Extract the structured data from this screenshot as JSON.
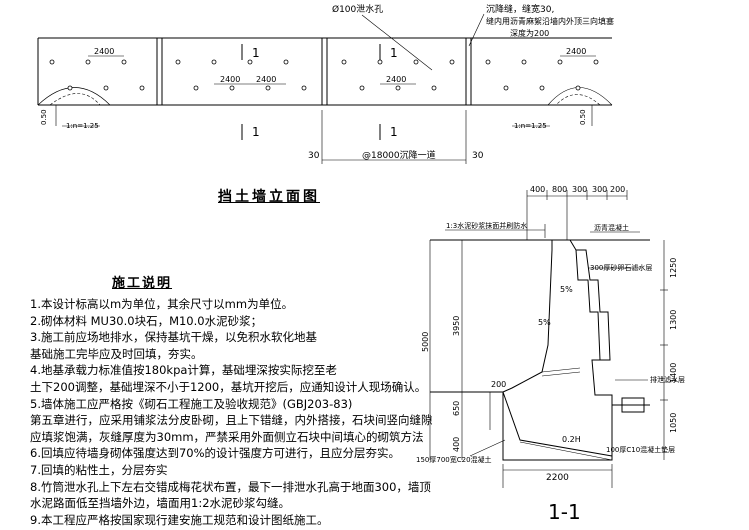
{
  "elevation": {
    "title": "挡土墙立面图",
    "drain_hole_label": "Ø100泄水孔",
    "joint_note_1": "沉降缝，缝宽30,",
    "joint_note_2": "缝内用沥青麻絮沿墙内外顶三向填塞",
    "joint_note_3": "深度为200",
    "hole_spacing": "2400",
    "bottom_span": "@18000沉降一道",
    "edge_dim": "30",
    "edge_dim_2": "30",
    "section_mark": "1",
    "left_dim_a": "0.50",
    "left_dim_b": "1:n=1.25",
    "right_dim_a": "0.50",
    "right_dim_b": "1:n=1.25"
  },
  "notes": {
    "title": "施工说明",
    "lines": [
      "1.本设计标高以m为单位，其余尺寸以mm为单位。",
      "2.砌体材料  MU30.0块石，M10.0水泥砂浆；",
      "3.施工前应场地排水，保持基坑干燥，以免积水软化地基",
      "   基础施工完毕应及时回填，夯实。",
      "4.地基承载力标准值按180kpa计算，基础埋深按实际挖至老",
      "   土下200调整，基础埋深不小于1200，基坑开挖后，应通知设计人现场确认。",
      "5.墙体施工应严格按《砌石工程施工及验收规范》(GBJ203-83)",
      "   第五章进行，应采用铺浆法分皮卧砌，且上下错缝，内外搭接，石块间竖向缝隙",
      "   应填浆饱满，灰缝厚度为30mm，严禁采用外面侧立石块中间填心的砌筑方法",
      "6.回填应待墙身砌体强度达到70%的设计强度方可进行，且应分层夯实。",
      "7.回填的粘性土，分层夯实",
      "8.竹筒泄水孔上下左右交错成梅花状布置，最下一排泄水孔高于地面300，墙顶",
      "   水泥路面低至挡墙外边，墙面用1:2水泥砂浆勾缝。",
      "9.本工程应严格按国家现行建安施工规范和设计图纸施工。"
    ]
  },
  "section": {
    "title": "1-1",
    "top_dims": [
      "400",
      "800",
      "300",
      "300",
      "200"
    ],
    "height_total": "5000",
    "height_wall": "3950",
    "height_650": "650",
    "height_400": "400",
    "right_dims": [
      "1250",
      "1300",
      "1400",
      "1050"
    ],
    "slope_top": "5%",
    "slope_face": "5%",
    "slope_base": "0.2H",
    "base_width": "2200",
    "label_cap": "1:3水泥砂浆抹面并刷防水",
    "label_road": "沥青混凝土",
    "label_gravel": "300厚砂卵石滤水层",
    "label_drain": "排泄滤水层",
    "label_base": "100厚C10混凝土垫层",
    "label_toe": "150厚700宽C20混凝土",
    "label_200": "200"
  }
}
